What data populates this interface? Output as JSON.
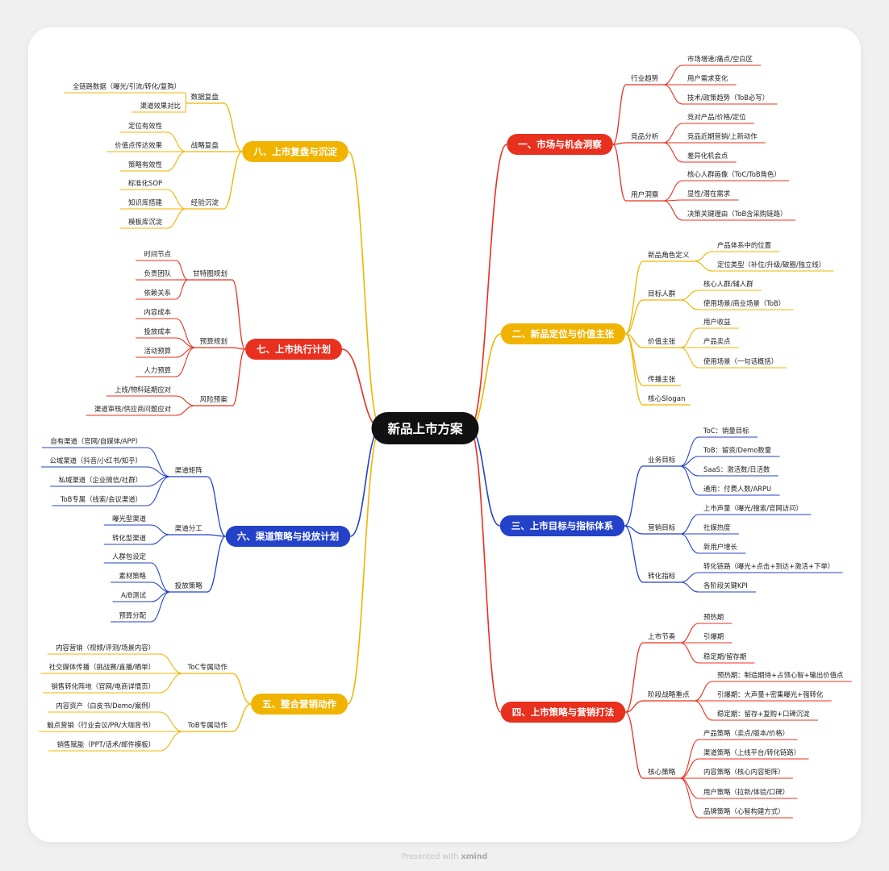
{
  "center": "新品上市方案",
  "footer": {
    "prefix": "Presented with",
    "brand": "xmind"
  },
  "colors": {
    "red": "#e8301f",
    "yellow": "#f0b400",
    "blue": "#2342c8",
    "center": "#111111"
  },
  "branches": [
    {
      "title": "一、市场与机会洞察",
      "color": "red",
      "children": [
        {
          "label": "行业趋势",
          "children": [
            "市场增速/痛点/空白区",
            "用户需求变化",
            "技术/政策趋势（ToB必写）"
          ]
        },
        {
          "label": "竞品分析",
          "children": [
            "竞对产品/价格/定位",
            "竞品近期营销/上新动作",
            "差异化机会点"
          ]
        },
        {
          "label": "用户洞察",
          "children": [
            "核心人群画像（ToC/ToB角色）",
            "显性/潜在需求",
            "决策关键理由（ToB含采购链路）"
          ]
        }
      ]
    },
    {
      "title": "二、新品定位与价值主张",
      "color": "yellow",
      "children": [
        {
          "label": "新品角色定义",
          "children": [
            "产品体系中的位置",
            "定位类型（补位/升级/破圈/独立线）"
          ]
        },
        {
          "label": "目标人群",
          "children": [
            "核心人群/辅人群",
            "使用场景/商业场景（ToB）"
          ]
        },
        {
          "label": "价值主张",
          "children": [
            "用户收益",
            "产品卖点",
            "使用场景（一句话概括）"
          ]
        },
        {
          "label": "传播主张",
          "children": []
        },
        {
          "label": "核心Slogan",
          "children": []
        }
      ]
    },
    {
      "title": "三、上市目标与指标体系",
      "color": "blue",
      "children": [
        {
          "label": "业务目标",
          "children": [
            "ToC：销量目标",
            "ToB：留资/Demo数量",
            "SaaS：激活数/日活数",
            "通用：付费人数/ARPU"
          ]
        },
        {
          "label": "营销目标",
          "children": [
            "上市声量（曝光/搜索/官网访问）",
            "社媒热度",
            "新用户增长"
          ]
        },
        {
          "label": "转化指标",
          "children": [
            "转化链路（曝光+点击+到达+激活+下单）",
            "各阶段关键KPI"
          ]
        }
      ]
    },
    {
      "title": "四、上市策略与营销打法",
      "color": "red",
      "children": [
        {
          "label": "上市节奏",
          "children": [
            "预热期",
            "引爆期",
            "稳定期/留存期"
          ]
        },
        {
          "label": "阶段战略重点",
          "children": [
            "预热期：制造期待+占领心智+输出价值点",
            "引爆期：大声量+密集曝光+强转化",
            "稳定期：留存+复购+口碑沉淀"
          ]
        },
        {
          "label": "核心策略",
          "children": [
            "产品策略（卖点/版本/价格）",
            "渠道策略（上线平台/转化链路）",
            "内容策略（核心内容矩阵）",
            "用户策略（拉新/体验/口碑）",
            "品牌策略（心智构建方式）"
          ]
        }
      ]
    },
    {
      "title": "五、整合营销动作",
      "color": "yellow",
      "children": [
        {
          "label": "ToC专属动作",
          "children": [
            "内容营销（视频/评测/场景内容）",
            "社交媒体传播（挑战赛/直播/晒单）",
            "销售转化阵地（官网/电商详情页）"
          ]
        },
        {
          "label": "ToB专属动作",
          "children": [
            "内容资产（白皮书/Demo/案例）",
            "触点营销（行业会议/PR/大咖背书）",
            "销售赋能（PPT/话术/邮件模板）"
          ]
        }
      ]
    },
    {
      "title": "六、渠道策略与投放计划",
      "color": "blue",
      "children": [
        {
          "label": "渠道矩阵",
          "children": [
            "自有渠道（官网/自媒体/APP）",
            "公域渠道（抖音/小红书/知乎）",
            "私域渠道（企业微信/社群）",
            "ToB专属（线索/会议渠道）"
          ]
        },
        {
          "label": "渠道分工",
          "children": [
            "曝光型渠道",
            "转化型渠道"
          ]
        },
        {
          "label": "投放策略",
          "children": [
            "人群包设定",
            "素材策略",
            "A/B测试",
            "预算分配"
          ]
        }
      ]
    },
    {
      "title": "七、上市执行计划",
      "color": "red",
      "children": [
        {
          "label": "甘特图规划",
          "children": [
            "时间节点",
            "负责团队",
            "依赖关系"
          ]
        },
        {
          "label": "预算规划",
          "children": [
            "内容成本",
            "投放成本",
            "活动预算",
            "人力预算"
          ]
        },
        {
          "label": "风险预案",
          "children": [
            "上线/物料延期应对",
            "渠道审核/供应商问题应对"
          ]
        }
      ]
    },
    {
      "title": "八、上市复盘与沉淀",
      "color": "yellow",
      "children": [
        {
          "label": "数据复盘",
          "children": [
            "全链路数据（曝光/引流/转化/复购）",
            "渠道效果对比"
          ]
        },
        {
          "label": "战略复盘",
          "children": [
            "定位有效性",
            "价值点传达效果",
            "策略有效性"
          ]
        },
        {
          "label": "经验沉淀",
          "children": [
            "标准化SOP",
            "知识库搭建",
            "模板库沉淀"
          ]
        }
      ]
    }
  ]
}
